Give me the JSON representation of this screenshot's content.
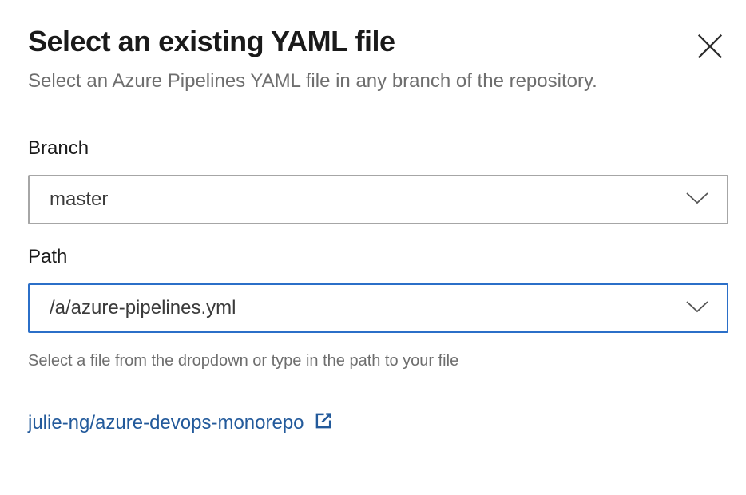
{
  "dialog": {
    "title": "Select an existing YAML file",
    "subtitle": "Select an Azure Pipelines YAML file in any branch of the repository."
  },
  "form": {
    "branch": {
      "label": "Branch",
      "value": "master"
    },
    "path": {
      "label": "Path",
      "value": "/a/azure-pipelines.yml",
      "helper": "Select a file from the dropdown or type in the path to your file"
    }
  },
  "repo_link": {
    "label": "julie-ng/azure-devops-monorepo"
  },
  "icons": {
    "close": "close-icon",
    "branch_chevron": "chevron-down-icon",
    "path_chevron": "chevron-down-icon",
    "external": "external-link-icon"
  },
  "colors": {
    "focus_border": "#2b6fc8",
    "link": "#235a9b",
    "border": "#a6a6a6",
    "text": "#1a1a1a",
    "muted": "#6e6e6e"
  }
}
